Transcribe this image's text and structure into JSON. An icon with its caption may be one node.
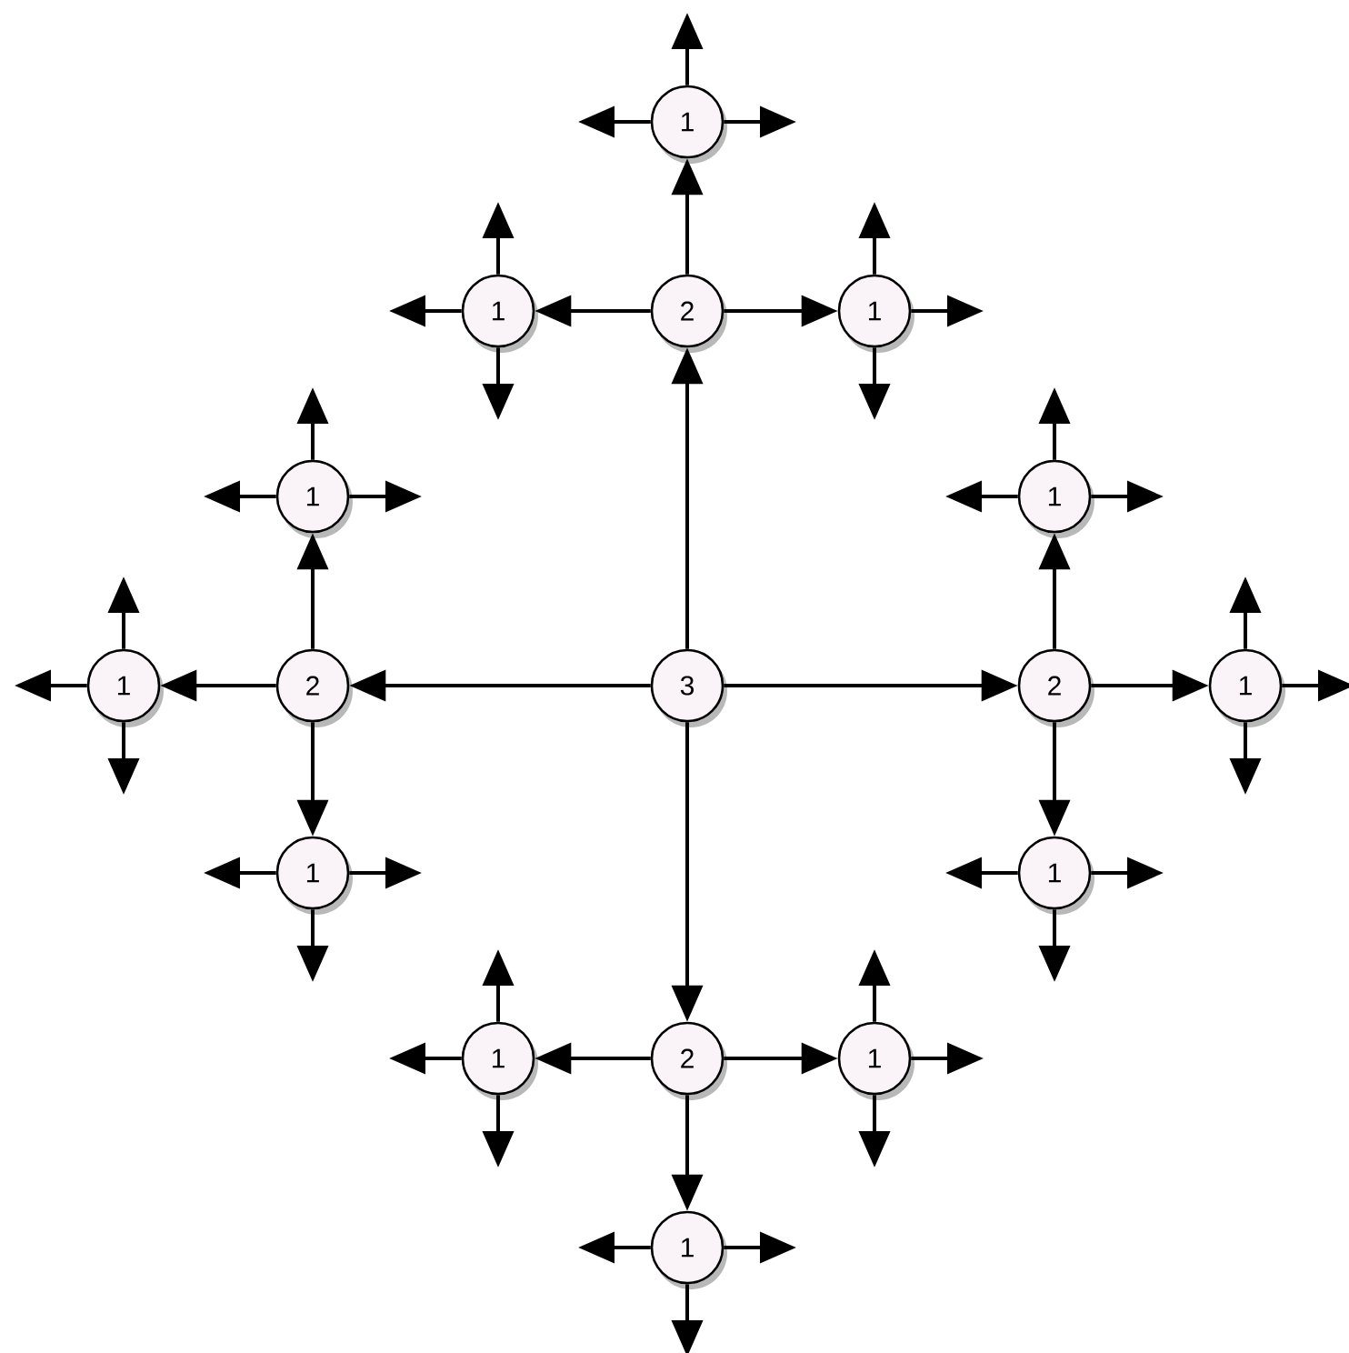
{
  "diagram": {
    "nodes": [
      {
        "text": [
          "1"
        ]
      },
      {
        "text": [
          "1"
        ]
      },
      {
        "text": [
          "2"
        ]
      },
      {
        "text": [
          "1"
        ]
      },
      {
        "text": [
          "1"
        ]
      },
      {
        "text": [
          "1"
        ]
      },
      {
        "text": [
          "1"
        ]
      },
      {
        "text": [
          "2"
        ]
      },
      {
        "text": [
          "3"
        ]
      },
      {
        "text": [
          "2"
        ]
      },
      {
        "text": [
          "1"
        ]
      },
      {
        "text": [
          "1"
        ]
      },
      {
        "text": [
          "1"
        ]
      },
      {
        "text": [
          "1"
        ]
      },
      {
        "text": [
          "2"
        ]
      },
      {
        "text": [
          "1"
        ]
      },
      {
        "text": [
          "1"
        ]
      }
    ],
    "edges": [
      {
        "from": 8,
        "to": 2,
        "arrow": "to"
      },
      {
        "from": 8,
        "to": 7,
        "arrow": "to"
      },
      {
        "from": 8,
        "to": 9,
        "arrow": "to"
      },
      {
        "from": 8,
        "to": 14,
        "arrow": "to"
      },
      {
        "from": 2,
        "to": 0,
        "arrow": "to"
      },
      {
        "from": 2,
        "to": 1,
        "arrow": "to"
      },
      {
        "from": 2,
        "to": 3,
        "arrow": "to"
      },
      {
        "from": 7,
        "to": 4,
        "arrow": "to"
      },
      {
        "from": 7,
        "to": 6,
        "arrow": "to"
      },
      {
        "from": 7,
        "to": 11,
        "arrow": "to"
      },
      {
        "from": 9,
        "to": 5,
        "arrow": "to"
      },
      {
        "from": 9,
        "to": 10,
        "arrow": "to"
      },
      {
        "from": 9,
        "to": 12,
        "arrow": "to"
      },
      {
        "from": 14,
        "to": 13,
        "arrow": "to"
      },
      {
        "from": 14,
        "to": 15,
        "arrow": "to"
      },
      {
        "from": 14,
        "to": 16,
        "arrow": "to"
      },
      {
        "from": 0,
        "to": null,
        "arrow": "to"
      },
      {
        "from": 0,
        "to": null,
        "arrow": "to"
      },
      {
        "from": 0,
        "to": null,
        "arrow": "to"
      },
      {
        "from": 1,
        "to": null,
        "arrow": "to"
      },
      {
        "from": 1,
        "to": null,
        "arrow": "to"
      },
      {
        "from": 1,
        "to": null,
        "arrow": "to"
      },
      {
        "from": 3,
        "to": null,
        "arrow": "to"
      },
      {
        "from": 3,
        "to": null,
        "arrow": "to"
      },
      {
        "from": 3,
        "to": null,
        "arrow": "to"
      },
      {
        "from": 4,
        "to": null,
        "arrow": "to"
      },
      {
        "from": 4,
        "to": null,
        "arrow": "to"
      },
      {
        "from": 4,
        "to": null,
        "arrow": "to"
      },
      {
        "from": 5,
        "to": null,
        "arrow": "to"
      },
      {
        "from": 5,
        "to": null,
        "arrow": "to"
      },
      {
        "from": 5,
        "to": null,
        "arrow": "to"
      },
      {
        "from": 6,
        "to": null,
        "arrow": "to"
      },
      {
        "from": 6,
        "to": null,
        "arrow": "to"
      },
      {
        "from": 6,
        "to": null,
        "arrow": "to"
      },
      {
        "from": 10,
        "to": null,
        "arrow": "to"
      },
      {
        "from": 10,
        "to": null,
        "arrow": "to"
      },
      {
        "from": 10,
        "to": null,
        "arrow": "to"
      },
      {
        "from": 11,
        "to": null,
        "arrow": "to"
      },
      {
        "from": 11,
        "to": null,
        "arrow": "to"
      },
      {
        "from": 11,
        "to": null,
        "arrow": "to"
      },
      {
        "from": 12,
        "to": null,
        "arrow": "to"
      },
      {
        "from": 12,
        "to": null,
        "arrow": "to"
      },
      {
        "from": 12,
        "to": null,
        "arrow": "to"
      },
      {
        "from": 13,
        "to": null,
        "arrow": "to"
      },
      {
        "from": 13,
        "to": null,
        "arrow": "to"
      },
      {
        "from": 13,
        "to": null,
        "arrow": "to"
      },
      {
        "from": 15,
        "to": null,
        "arrow": "to"
      },
      {
        "from": 15,
        "to": null,
        "arrow": "to"
      },
      {
        "from": 15,
        "to": null,
        "arrow": "to"
      },
      {
        "from": 16,
        "to": null,
        "arrow": "to"
      },
      {
        "from": 16,
        "to": null,
        "arrow": "to"
      },
      {
        "from": 16,
        "to": null,
        "arrow": "to"
      }
    ]
  }
}
